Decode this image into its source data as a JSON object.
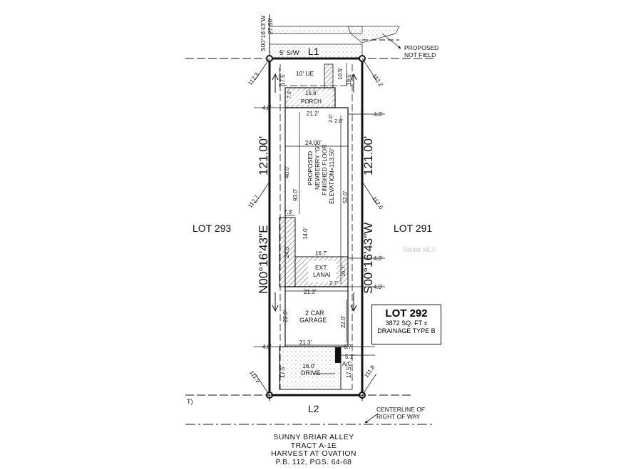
{
  "legal": {
    "street_bearing": "S00°16'43\"W",
    "street_dist": "27.50'",
    "proposed": "PROPOSED",
    "not_field": "NOT FIELD",
    "sidewalk": "5' S/W",
    "l1": "L1",
    "l2": "L2",
    "lot_left": "LOT 293",
    "lot_right": "LOT 291",
    "west_bearing": "N00°16'43\"E",
    "east_bearing": "S00°16'43\"W",
    "west_length": "121.00'",
    "east_length": "121.00'",
    "centerline_1": "CENTERLINE OF",
    "centerline_2": "RIGHT OF WAY",
    "t_label": "T)"
  },
  "elevations": {
    "nw": "112.3",
    "ne": "112.2",
    "mw": "112.7",
    "me": "112.6",
    "sw": "111.9",
    "se": "111.8"
  },
  "dims": {
    "ue": "10' UE",
    "d10_5": "10.5'",
    "d17_5a": "17.5'",
    "d19_5": "19.5'",
    "d4_0_w1": "4.0'",
    "d4_0_e1": "4.0'",
    "d15_6": "15.6'",
    "porch": "PORCH",
    "d7_0": "7.0'",
    "d21_2": "21.2'",
    "d2_0": "2.0'",
    "d2_8": "2.8'",
    "d24_00": "24.00'",
    "d40_0": "40.0'",
    "d93_0": "93.0'",
    "d52_0": "52.0'",
    "d7_3": "7.3'",
    "d14_0": "14.0'",
    "d24_0": "24.0'",
    "d16_7": "16.7'",
    "d10_7": "10.7'",
    "d2_7": "2.7'",
    "d4_0_e2": "4.0'",
    "d4_0_e3": "4.0'",
    "d21_3a": "21.3'",
    "d22_0a": "22.0'",
    "d22_0b": "22.0'",
    "d4_0_w2": "4.0'",
    "d21_3b": "21.3'",
    "d6_7": "6.7'",
    "d5_1": "5.1'",
    "ac": "A/C",
    "d17_5b": "17.5'",
    "d17_5c": "17.5'",
    "d16_0": "16.0'",
    "drive": "DRIVE"
  },
  "rooms": {
    "house_lines": [
      "PROPOSED",
      "NEWBERRY \"G\"",
      "FINISHED FLOOR",
      "ELEVATION=113.50'"
    ],
    "lanai_1": "EXT.",
    "lanai_2": "LANAI",
    "garage_1": "2 CAR",
    "garage_2": "GARAGE"
  },
  "lot_box": {
    "title": "LOT 292",
    "line1": "3872 SQ. FT ±",
    "line2": "DRAINAGE TYPE B"
  },
  "footer": [
    "SUNNY BRIAR ALLEY",
    "TRACT A-1E",
    "HARVEST AT OVATION",
    "P.B. 112, PGS. 64-68"
  ],
  "watermark": "Stellar MLS"
}
